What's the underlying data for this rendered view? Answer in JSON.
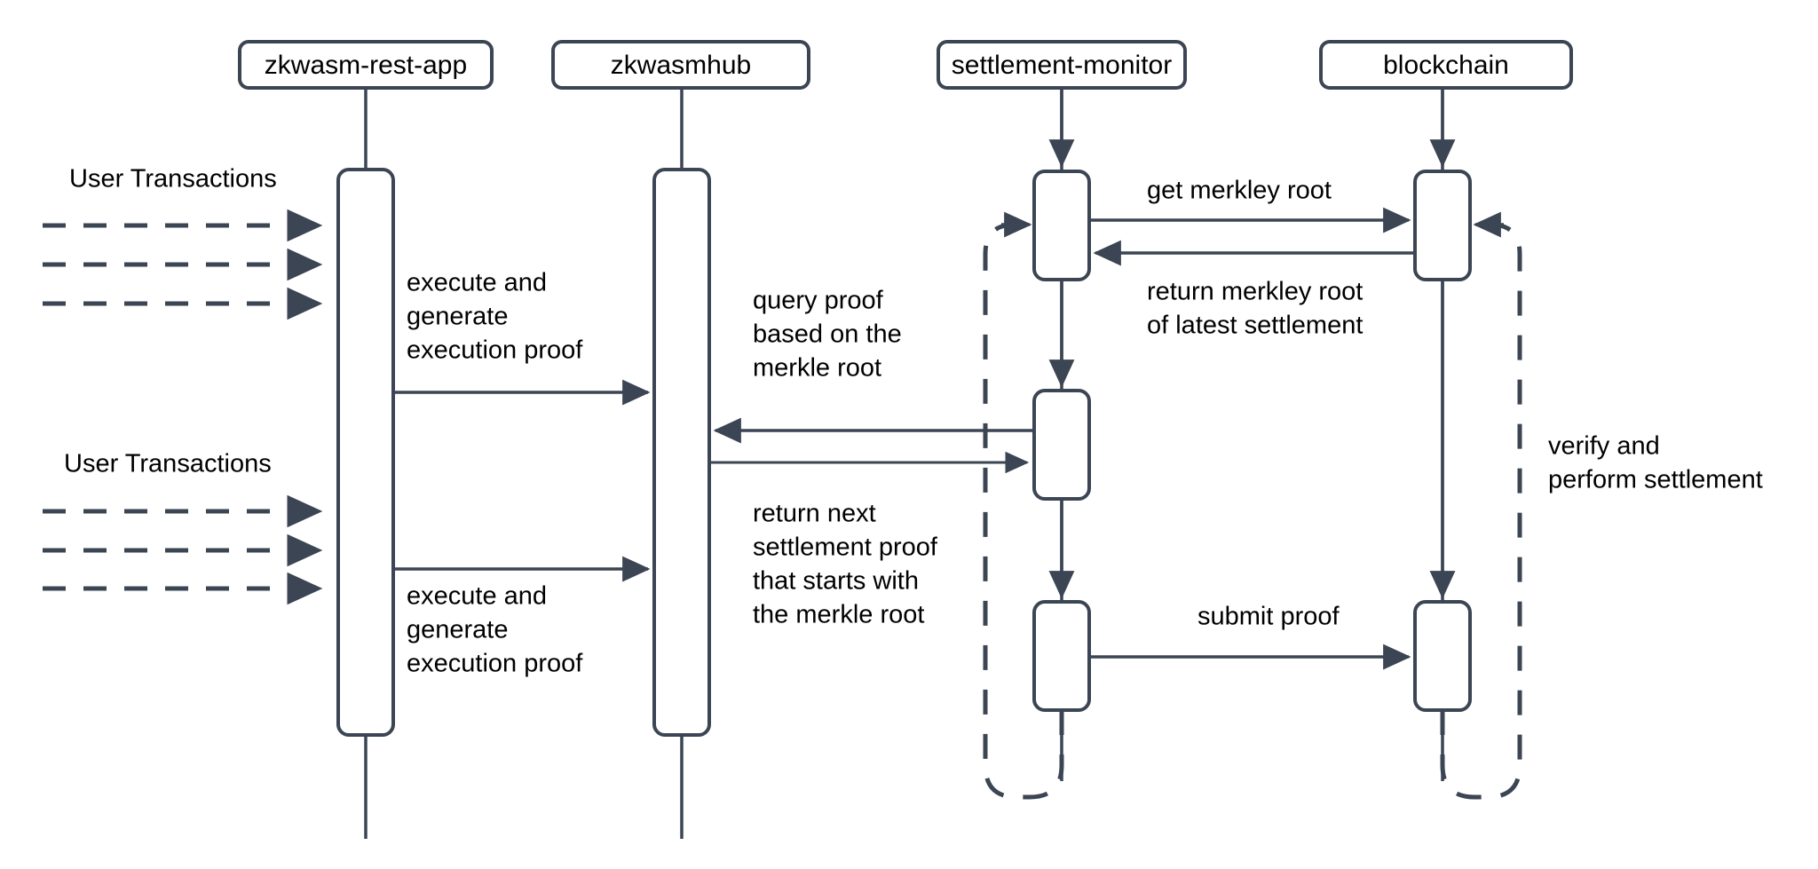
{
  "diagram": {
    "type": "sequence-diagram",
    "title": "",
    "background_color": "#ffffff",
    "stroke_color": "#3b4553",
    "text_color": "#000000",
    "participants": [
      {
        "id": "zkwasm-rest-app",
        "label": "zkwasm-rest-app"
      },
      {
        "id": "zkwasmhub",
        "label": "zkwasmhub"
      },
      {
        "id": "settlement-monitor",
        "label": "settlement-monitor"
      },
      {
        "id": "blockchain",
        "label": "blockchain"
      }
    ],
    "external_labels": [
      {
        "id": "user-transactions-1",
        "label": "User Transactions"
      },
      {
        "id": "user-transactions-2",
        "label": "User Transactions"
      }
    ],
    "messages": [
      {
        "id": "msg-execute-1",
        "from": "zkwasm-rest-app",
        "to": "zkwasmhub",
        "label": "execute and\ngenerate\nexecution proof",
        "style": "solid",
        "direction": "right"
      },
      {
        "id": "msg-execute-2",
        "from": "zkwasm-rest-app",
        "to": "zkwasmhub",
        "label": "execute and\ngenerate\nexecution proof",
        "style": "solid",
        "direction": "right"
      },
      {
        "id": "msg-get-merkley-root",
        "from": "settlement-monitor",
        "to": "blockchain",
        "label": "get merkley root",
        "style": "solid",
        "direction": "right"
      },
      {
        "id": "msg-return-merkley-root",
        "from": "blockchain",
        "to": "settlement-monitor",
        "label": "return merkley root\nof latest settlement",
        "style": "solid",
        "direction": "left"
      },
      {
        "id": "msg-query-proof",
        "from": "settlement-monitor",
        "to": "zkwasmhub",
        "label": "query proof\nbased on the\nmerkle root",
        "style": "solid",
        "direction": "left"
      },
      {
        "id": "msg-return-proof",
        "from": "zkwasmhub",
        "to": "settlement-monitor",
        "label": "return next\nsettlement proof\nthat starts with\nthe merkle root",
        "style": "solid",
        "direction": "right"
      },
      {
        "id": "msg-submit-proof",
        "from": "settlement-monitor",
        "to": "blockchain",
        "label": "submit proof",
        "style": "solid",
        "direction": "right"
      },
      {
        "id": "msg-verify-settlement",
        "from": "blockchain",
        "to": "blockchain",
        "label": "verify and\nperform settlement",
        "style": "dashed",
        "direction": "loop"
      }
    ],
    "text_blocks": {
      "user_transactions_top": "User Transactions",
      "user_transactions_bottom": "User Transactions",
      "execute_generate_top": [
        "execute and",
        "generate",
        "execution proof"
      ],
      "execute_generate_bottom": [
        "execute and",
        "generate",
        "execution proof"
      ],
      "query_proof": [
        "query proof",
        "based on the",
        "merkle root"
      ],
      "return_proof": [
        "return next",
        "settlement proof",
        "that starts with",
        "the merkle root"
      ],
      "get_merkley_root": "get merkley root",
      "return_merkley_root": [
        "return merkley root",
        "of latest settlement"
      ],
      "submit_proof": "submit proof",
      "verify_settlement": [
        "verify and",
        "perform settlement"
      ]
    }
  }
}
